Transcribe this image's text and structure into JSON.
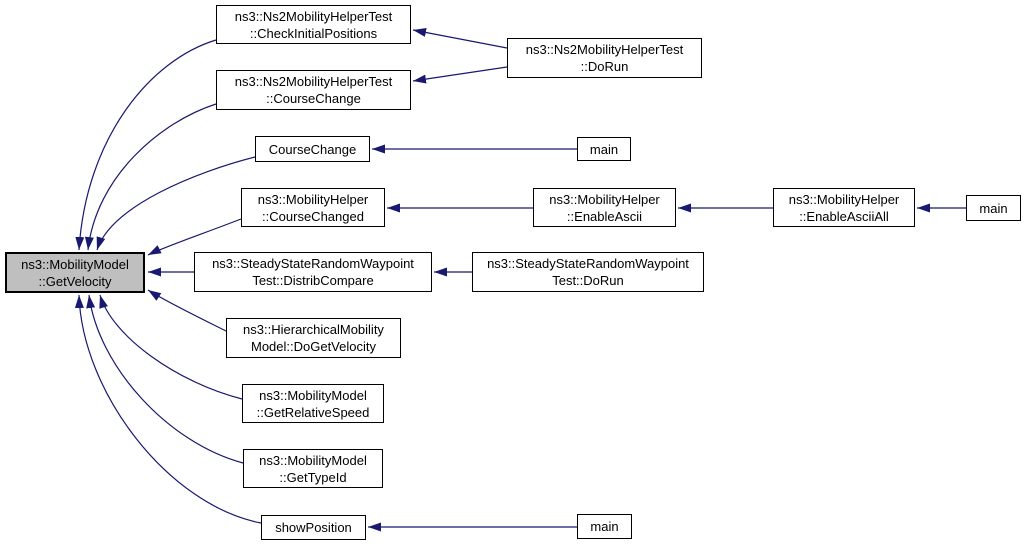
{
  "diagram": {
    "type": "call-graph",
    "focus_function": "ns3::MobilityModel::GetVelocity",
    "colors": {
      "edge": "#191970",
      "node_border": "#000000",
      "node_fill": "#ffffff",
      "focus_node_fill": "#bfbfbf",
      "background": "#ffffff",
      "text": "#000000"
    }
  },
  "nodes": [
    {
      "id": "getvelocity",
      "lines": [
        "ns3::MobilityModel",
        "::GetVelocity"
      ],
      "current": true
    },
    {
      "id": "checkinit",
      "lines": [
        "ns3::Ns2MobilityHelperTest",
        "::CheckInitialPositions"
      ]
    },
    {
      "id": "ns2cc",
      "lines": [
        "ns3::Ns2MobilityHelperTest",
        "::CourseChange"
      ]
    },
    {
      "id": "coursechange",
      "lines": [
        "CourseChange"
      ]
    },
    {
      "id": "mhcc",
      "lines": [
        "ns3::MobilityHelper",
        "::CourseChanged"
      ]
    },
    {
      "id": "distrib",
      "lines": [
        "ns3::SteadyStateRandomWaypoint",
        "Test::DistribCompare"
      ]
    },
    {
      "id": "hier",
      "lines": [
        "ns3::HierarchicalMobility",
        "Model::DoGetVelocity"
      ]
    },
    {
      "id": "relspeed",
      "lines": [
        "ns3::MobilityModel",
        "::GetRelativeSpeed"
      ]
    },
    {
      "id": "typeid",
      "lines": [
        "ns3::MobilityModel",
        "::GetTypeId"
      ]
    },
    {
      "id": "showpos",
      "lines": [
        "showPosition"
      ]
    },
    {
      "id": "ns2dorun",
      "lines": [
        "ns3::Ns2MobilityHelperTest",
        "::DoRun"
      ]
    },
    {
      "id": "main1",
      "lines": [
        "main"
      ]
    },
    {
      "id": "enableascii",
      "lines": [
        "ns3::MobilityHelper",
        "::EnableAscii"
      ]
    },
    {
      "id": "enableasciiall",
      "lines": [
        "ns3::MobilityHelper",
        "::EnableAsciiAll"
      ]
    },
    {
      "id": "main2",
      "lines": [
        "main"
      ]
    },
    {
      "id": "steadydorun",
      "lines": [
        "ns3::SteadyStateRandomWaypoint",
        "Test::DoRun"
      ]
    },
    {
      "id": "main3",
      "lines": [
        "main"
      ]
    }
  ],
  "edges": [
    {
      "from": "checkinit",
      "to": "getvelocity"
    },
    {
      "from": "ns2cc",
      "to": "getvelocity"
    },
    {
      "from": "coursechange",
      "to": "getvelocity"
    },
    {
      "from": "mhcc",
      "to": "getvelocity"
    },
    {
      "from": "distrib",
      "to": "getvelocity"
    },
    {
      "from": "hier",
      "to": "getvelocity"
    },
    {
      "from": "relspeed",
      "to": "getvelocity"
    },
    {
      "from": "typeid",
      "to": "getvelocity"
    },
    {
      "from": "showpos",
      "to": "getvelocity"
    },
    {
      "from": "ns2dorun",
      "to": "checkinit"
    },
    {
      "from": "ns2dorun",
      "to": "ns2cc"
    },
    {
      "from": "main1",
      "to": "coursechange"
    },
    {
      "from": "enableascii",
      "to": "mhcc"
    },
    {
      "from": "enableasciiall",
      "to": "enableascii"
    },
    {
      "from": "main2",
      "to": "enableasciiall"
    },
    {
      "from": "steadydorun",
      "to": "distrib"
    },
    {
      "from": "main3",
      "to": "showpos"
    }
  ]
}
